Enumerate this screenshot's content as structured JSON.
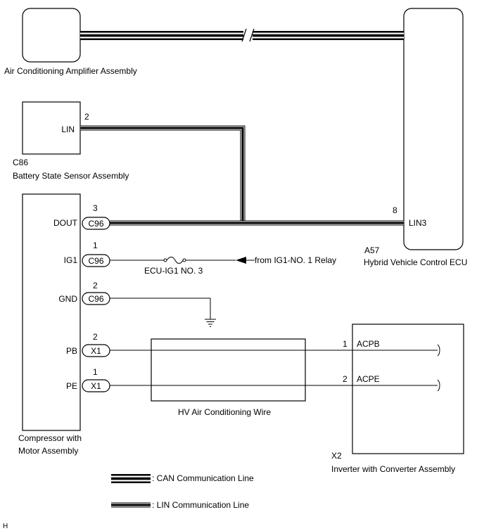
{
  "components": {
    "ac_amp": {
      "name": "Air Conditioning Amplifier Assembly"
    },
    "battery_sensor": {
      "code": "C86",
      "name": "Battery State Sensor Assembly",
      "pin_label": "LIN",
      "pin_num": "2"
    },
    "compressor": {
      "name_line1": "Compressor with",
      "name_line2": "Motor Assembly",
      "pins": [
        {
          "label": "DOUT",
          "num": "3",
          "connector": "C96"
        },
        {
          "label": "IG1",
          "num": "1",
          "connector": "C96"
        },
        {
          "label": "GND",
          "num": "2",
          "connector": "C96"
        },
        {
          "label": "PB",
          "num": "2",
          "connector": "X1"
        },
        {
          "label": "PE",
          "num": "1",
          "connector": "X1"
        }
      ]
    },
    "hv_ecu": {
      "code": "A57",
      "name": "Hybrid Vehicle Control ECU",
      "pin_label": "LIN3",
      "pin_num": "8"
    },
    "inverter": {
      "code": "X2",
      "name": "Inverter with Converter Assembly",
      "pins": [
        {
          "num": "1",
          "label": "ACPB"
        },
        {
          "num": "2",
          "label": "ACPE"
        }
      ]
    },
    "hv_wire": {
      "name": "HV Air Conditioning Wire"
    }
  },
  "fuse": {
    "name": "ECU-IG1 NO. 3"
  },
  "ig_source": {
    "text": "from IG1-NO. 1 Relay"
  },
  "legend": {
    "can": ": CAN Communication Line",
    "lin": ": LIN Communication Line"
  },
  "footer_mark": "H"
}
